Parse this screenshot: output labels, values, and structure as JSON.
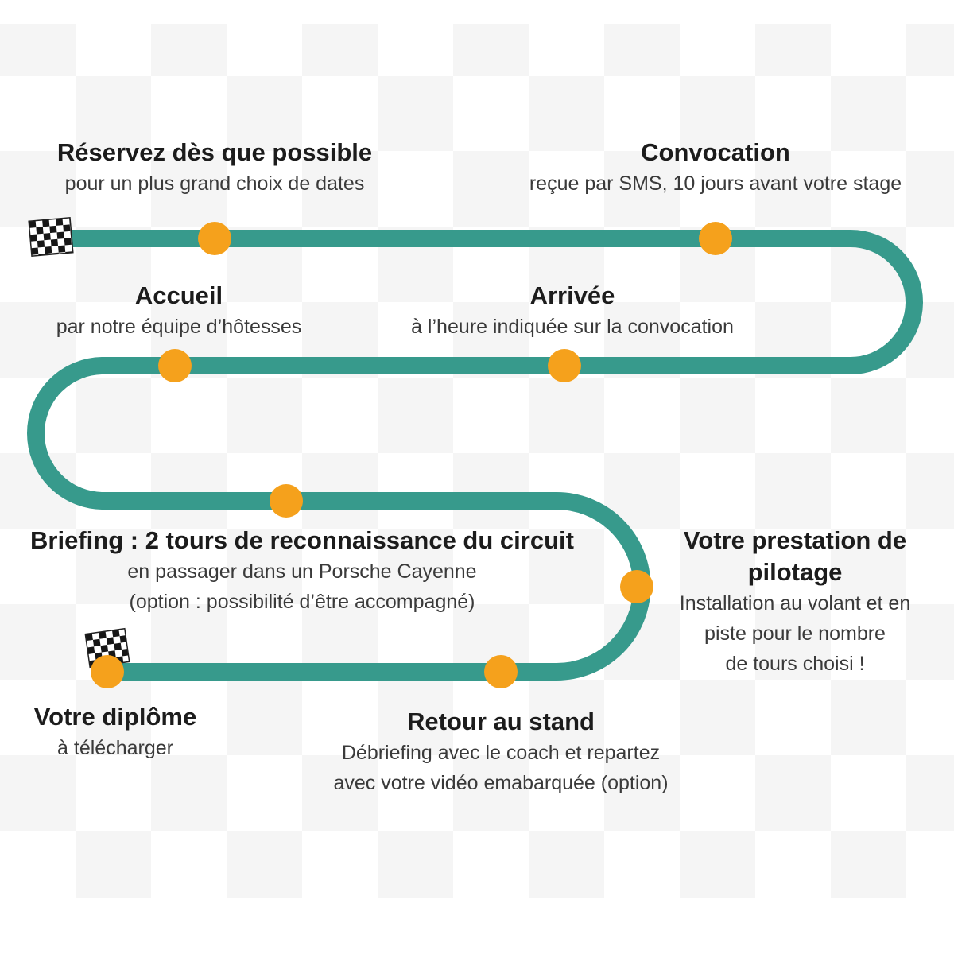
{
  "colors": {
    "track": "#379a8c",
    "marker": "#f5a11c",
    "title_text": "#1c1c1c",
    "subtitle_text": "#3a3a3a"
  },
  "steps": {
    "reserve": {
      "title": "Réservez dès que possible",
      "line1": "pour un plus grand choix de dates"
    },
    "convocation": {
      "title": "Convocation",
      "line1": "reçue par SMS, 10 jours avant votre stage"
    },
    "accueil": {
      "title": "Accueil",
      "line1": "par notre équipe d’hôtesses"
    },
    "arrivee": {
      "title": "Arrivée",
      "line1": "à l’heure indiquée sur la convocation"
    },
    "briefing": {
      "title": "Briefing : 2 tours de reconnaissance du circuit",
      "line1": "en passager dans un Porsche Cayenne",
      "line2": "(option : possibilité d’être accompagné)"
    },
    "prestation": {
      "title": "Votre prestation de pilotage",
      "line1": "Installation au volant et en",
      "line2": "piste pour le nombre",
      "line3": "de tours choisi !"
    },
    "diplome": {
      "title": "Votre diplôme",
      "line1": "à télécharger"
    },
    "retour": {
      "title": "Retour au stand",
      "line1": "Débriefing avec le coach et repartez",
      "line2": "avec votre vidéo emabarquée (option)"
    }
  }
}
